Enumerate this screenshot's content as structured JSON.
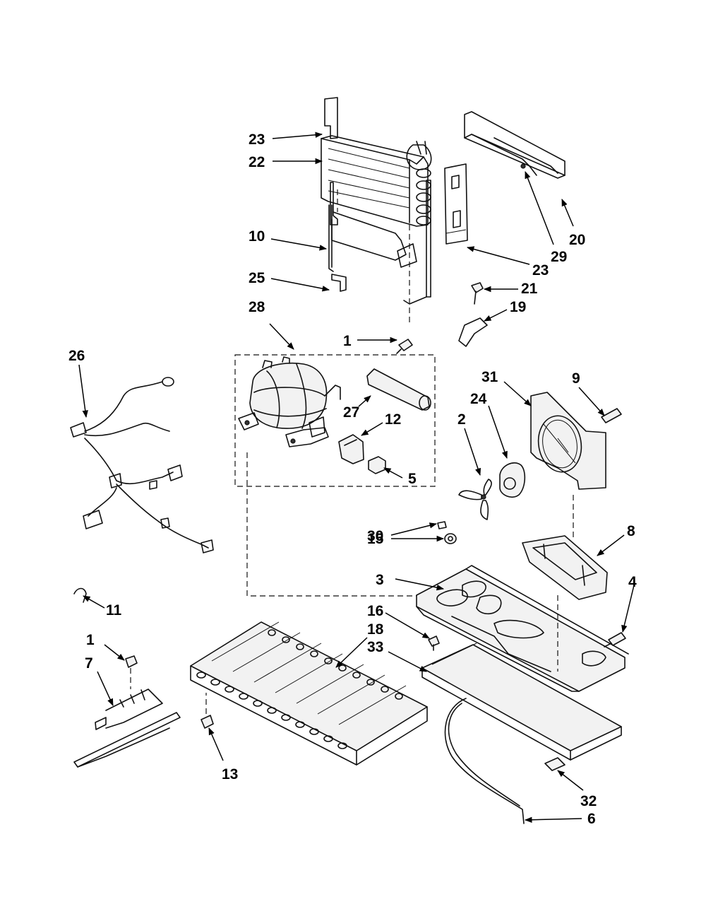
{
  "callouts": [
    {
      "id": "c-23a",
      "label": "23"
    },
    {
      "id": "c-22",
      "label": "22"
    },
    {
      "id": "c-10",
      "label": "10"
    },
    {
      "id": "c-25",
      "label": "25"
    },
    {
      "id": "c-28",
      "label": "28"
    },
    {
      "id": "c-1a",
      "label": "1"
    },
    {
      "id": "c-27",
      "label": "27"
    },
    {
      "id": "c-12",
      "label": "12"
    },
    {
      "id": "c-5",
      "label": "5"
    },
    {
      "id": "c-20",
      "label": "20"
    },
    {
      "id": "c-29",
      "label": "29"
    },
    {
      "id": "c-23b",
      "label": "23"
    },
    {
      "id": "c-21",
      "label": "21"
    },
    {
      "id": "c-19",
      "label": "19"
    },
    {
      "id": "c-26",
      "label": "26"
    },
    {
      "id": "c-31",
      "label": "31"
    },
    {
      "id": "c-9",
      "label": "9"
    },
    {
      "id": "c-24",
      "label": "24"
    },
    {
      "id": "c-2",
      "label": "2"
    },
    {
      "id": "c-30",
      "label": "30"
    },
    {
      "id": "c-15",
      "label": "15"
    },
    {
      "id": "c-3",
      "label": "3"
    },
    {
      "id": "c-8",
      "label": "8"
    },
    {
      "id": "c-4",
      "label": "4"
    },
    {
      "id": "c-11",
      "label": "11"
    },
    {
      "id": "c-16",
      "label": "16"
    },
    {
      "id": "c-18",
      "label": "18"
    },
    {
      "id": "c-33",
      "label": "33"
    },
    {
      "id": "c-1b",
      "label": "1"
    },
    {
      "id": "c-7",
      "label": "7"
    },
    {
      "id": "c-13",
      "label": "13"
    },
    {
      "id": "c-32",
      "label": "32"
    },
    {
      "id": "c-6",
      "label": "6"
    }
  ]
}
